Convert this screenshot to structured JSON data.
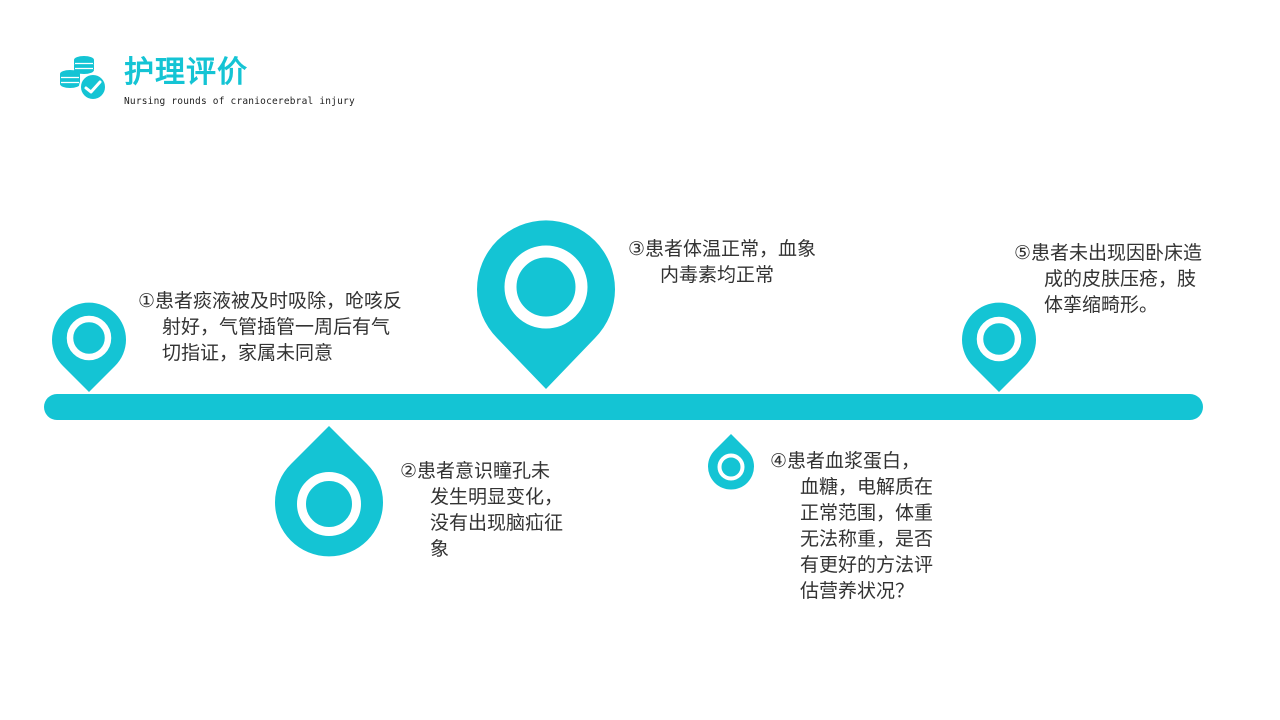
{
  "header": {
    "title": "护理评价",
    "subtitle": "Nursing rounds of craniocerebral injury",
    "icon": "coins-check-icon"
  },
  "theme": {
    "accent": "#14c4d4",
    "text": "#333333",
    "background": "#ffffff"
  },
  "timeline": {
    "items": [
      {
        "index": "①",
        "marker": "pin-up",
        "lines": [
          "①患者痰液被及时吸除，呛咳反",
          "射好，气管插管一周后有气",
          "切指证，家属未同意"
        ]
      },
      {
        "index": "②",
        "marker": "drop-down",
        "lines": [
          "②患者意识瞳孔未",
          "发生明显变化，",
          "没有出现脑疝征",
          "象"
        ]
      },
      {
        "index": "③",
        "marker": "pin-up",
        "lines": [
          "③患者体温正常，血象",
          "内毒素均正常"
        ]
      },
      {
        "index": "④",
        "marker": "drop-down",
        "lines": [
          "④患者血浆蛋白，",
          "血糖，电解质在",
          "正常范围，体重",
          "无法称重，是否",
          "有更好的方法评",
          "估营养状况？"
        ]
      },
      {
        "index": "⑤",
        "marker": "pin-up",
        "lines": [
          "⑤患者未出现因卧床造",
          "成的皮肤压疮，肢",
          "体挛缩畸形。"
        ]
      }
    ]
  }
}
